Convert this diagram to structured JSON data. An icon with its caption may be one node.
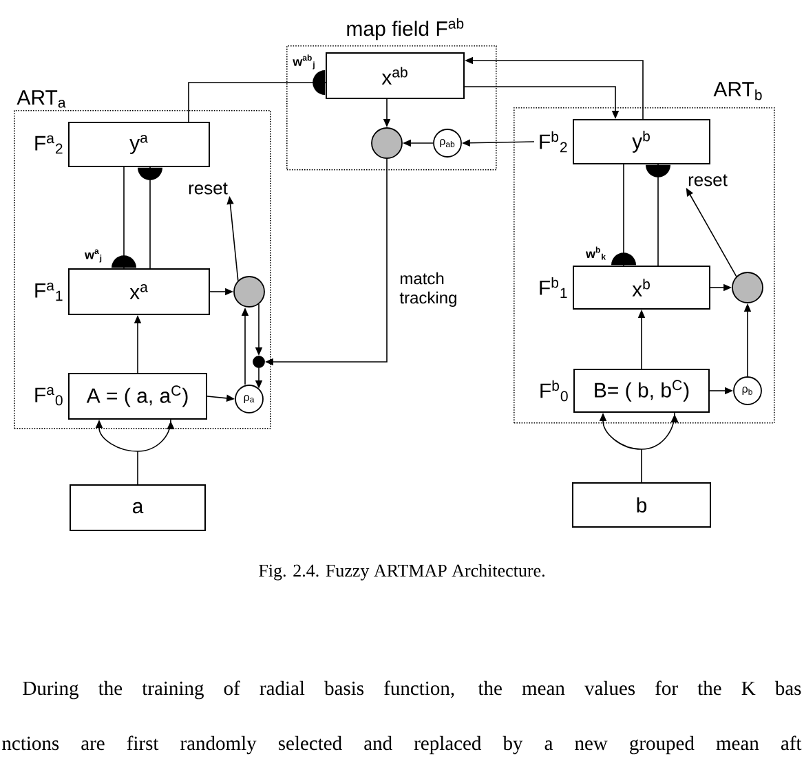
{
  "diagram": {
    "caption": "Fig. 2.4. Fuzzy ARTMAP Architecture.",
    "nodes": [
      {
        "text": [
          "ART$_{a}$"
        ]
      },
      {
        "text": [
          "map field F$^{ab}$"
        ]
      },
      {
        "text": [
          "ART$_{b}$"
        ]
      },
      {
        "text": [
          "y$^{a}$"
        ],
        "beside": [
          "F$^{a}$$_{2}$"
        ],
        "in": 0
      },
      {
        "text": [
          "x$^{a}$"
        ],
        "beside": [
          "F$^{a}$$_{1}$"
        ],
        "in": 0
      },
      {
        "text": [
          "A = ( a, a$^{C}$)"
        ],
        "beside": [
          "F$^{a}$$_{0}$"
        ],
        "in": 0
      },
      {
        "text": [
          "a"
        ]
      },
      {
        "text": [],
        "shape": "circle",
        "in": 0
      },
      {
        "text": [
          "ρ$_{a}$"
        ],
        "in": 0
      },
      {
        "text": [],
        "shape": "circle",
        "in": 0
      },
      {
        "text": [
          "x$^{ab}$"
        ],
        "in": 1
      },
      {
        "text": [],
        "shape": "circle",
        "in": 1
      },
      {
        "text": [
          "ρ$_{ab}$"
        ],
        "in": 1
      },
      {
        "text": [
          "y$^{b}$"
        ],
        "beside": [
          "F$^{b}$$_{2}$"
        ],
        "in": 2
      },
      {
        "text": [
          "x$^{b}$"
        ],
        "beside": [
          "F$^{b}$$_{1}$"
        ],
        "in": 2
      },
      {
        "text": [
          "B= ( b, b$^{C}$)"
        ],
        "beside": [
          "F$^{b}$$_{0}$"
        ],
        "in": 2
      },
      {
        "text": [
          "b"
        ]
      },
      {
        "text": [],
        "shape": "circle",
        "in": 2
      },
      {
        "text": [
          "ρ$_{b}$"
        ],
        "in": 2
      },
      {
        "text": [
          "reset"
        ],
        "in": 0
      },
      {
        "text": [
          "reset"
        ],
        "in": 2
      }
    ],
    "edges": [
      {
        "from": 3,
        "to": 10,
        "arrow": "other"
      },
      {
        "from": 3,
        "to": 4,
        "arrow": "other"
      },
      {
        "from": 4,
        "to": 3,
        "arrow": "other"
      },
      {
        "from": 4,
        "to": 7,
        "arrow": "to"
      },
      {
        "from": 7,
        "to": 19,
        "arrow": "to"
      },
      {
        "from": 5,
        "to": 4,
        "arrow": "to"
      },
      {
        "from": 5,
        "to": 8,
        "arrow": "to"
      },
      {
        "from": 8,
        "to": 7,
        "arrow": "to"
      },
      {
        "from": 7,
        "to": 9,
        "arrow": "to"
      },
      {
        "from": 9,
        "to": 8,
        "arrow": "to"
      },
      {
        "from": 11,
        "to": 9,
        "arrow": "to",
        "label": "match tracking"
      },
      {
        "from": 6,
        "to": 5,
        "arrow": "to"
      },
      {
        "from": 10,
        "to": 11,
        "arrow": "to"
      },
      {
        "from": 12,
        "to": 11,
        "arrow": "to"
      },
      {
        "from": 13,
        "to": 12,
        "arrow": "to"
      },
      {
        "from": 10,
        "to": 13,
        "arrow": "to"
      },
      {
        "from": 13,
        "to": 10,
        "arrow": "to"
      },
      {
        "from": 13,
        "to": 14,
        "arrow": "other"
      },
      {
        "from": 14,
        "to": 13,
        "arrow": "other"
      },
      {
        "from": 14,
        "to": 17,
        "arrow": "to"
      },
      {
        "from": 17,
        "to": 20,
        "arrow": "to"
      },
      {
        "from": 15,
        "to": 14,
        "arrow": "to"
      },
      {
        "from": 15,
        "to": 18,
        "arrow": "to"
      },
      {
        "from": 18,
        "to": 17,
        "arrow": "to"
      },
      {
        "from": 16,
        "to": 15,
        "arrow": "to"
      }
    ],
    "labels": [
      "w$^{a}$$_{j}$",
      "w$^{ab}$$_{j}$",
      "w$^{b}$$_{k}$",
      "During the training of radial basis function, the mean values for the K bas",
      "nctions are first randomly selected and replaced by a new grouped mean aft"
    ]
  }
}
